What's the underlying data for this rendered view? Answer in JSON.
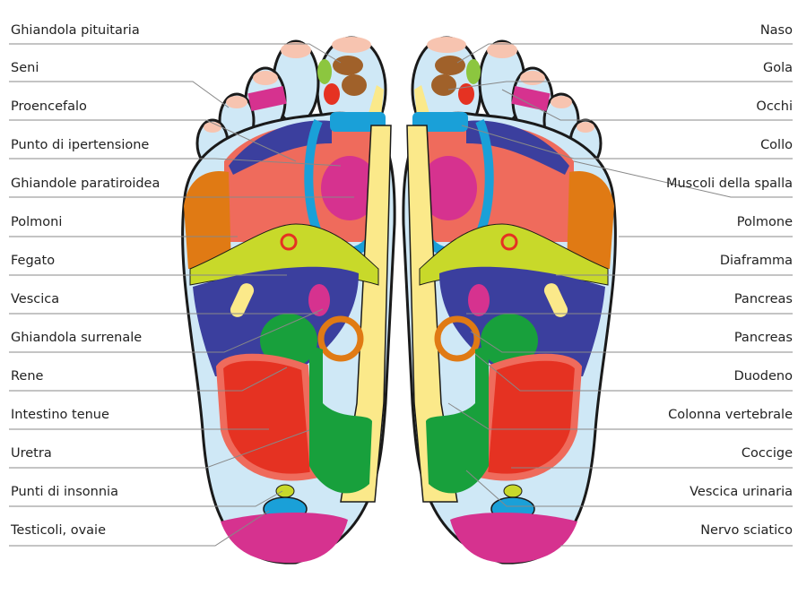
{
  "left_labels": [
    "Ghiandola pituitaria",
    "Seni",
    "Proencefalo",
    "Punto di ipertensione",
    "Ghiandole paratiroidea",
    "Polmoni",
    "Fegato",
    "Vescica",
    "Ghiandola surrenale",
    "Rene",
    "Intestino tenue",
    "Uretra",
    "Punti di insonnia",
    "Testicoli, ovaie"
  ],
  "right_labels": [
    "Naso",
    "Gola",
    "Occhi",
    "Collo",
    "Muscoli della spalla",
    "Polmone",
    "Diaframma",
    "Pancreas",
    "Pancreas",
    "Duodeno",
    "Colonna vertebrale",
    "Coccige",
    "Vescica urinaria",
    "Nervo sciatico"
  ],
  "colors": {
    "skin": "#cfe8f6",
    "outline": "#1a1a1a",
    "red": "#e53222",
    "salmon": "#ef6b5c",
    "navy": "#3b3f9e",
    "orange": "#e07a14",
    "yellow": "#fbe98a",
    "lime": "#c8d92a",
    "green": "#18a03c",
    "magenta": "#d6328f",
    "cyan": "#1aa0d8",
    "pink": "#f7c4b0"
  }
}
